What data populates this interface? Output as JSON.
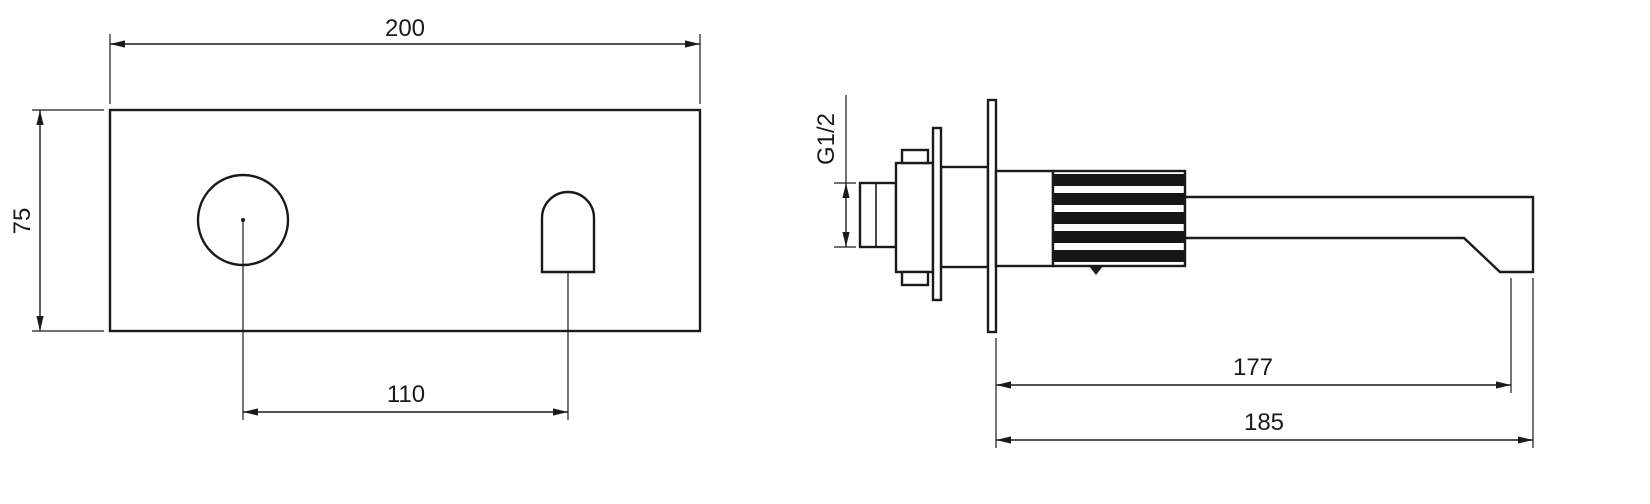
{
  "colors": {
    "background": "#ffffff",
    "line": "#1a1a1a"
  },
  "front_view": {
    "dim_width": "200",
    "dim_height": "75",
    "dim_spacing": "110"
  },
  "side_view": {
    "thread_label": "G1/2",
    "dim_spout_reach": "177",
    "dim_total_reach": "185"
  }
}
